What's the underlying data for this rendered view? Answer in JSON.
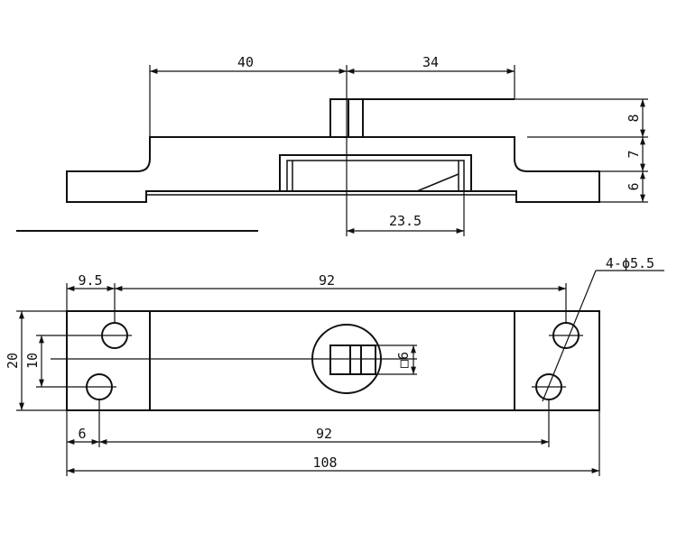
{
  "side_view": {
    "dim_width_left": "40",
    "dim_width_right": "34",
    "dim_height_top": "8",
    "dim_height_mid": "7",
    "dim_height_bottom": "6",
    "dim_bolt_depth": "23.5"
  },
  "top_view": {
    "dim_hole_offset": "9.5",
    "dim_hole_spacing_top": "92",
    "dim_hole_callout": "4-ϕ5.5",
    "dim_plate_height": "20",
    "dim_hole_vertical_spacing": "10",
    "dim_square_slot": "□6",
    "dim_lower_offset": "6",
    "dim_hole_spacing_bottom": "92",
    "dim_overall_length": "108"
  },
  "colors": {
    "line": "#111111",
    "background": "#ffffff"
  }
}
